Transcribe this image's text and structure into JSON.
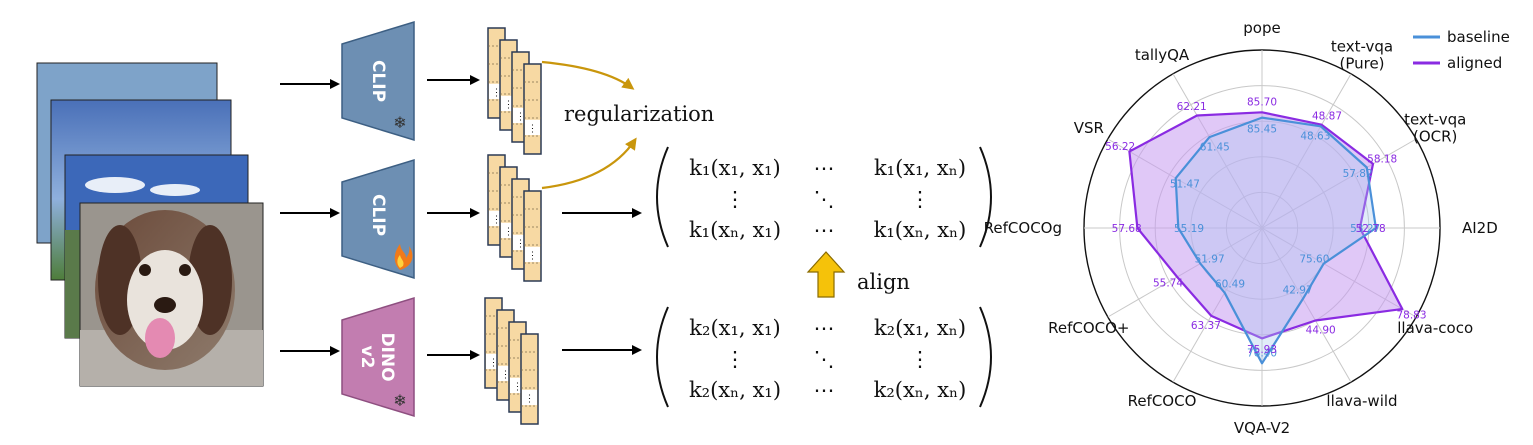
{
  "encoders": {
    "clip_frozen": "CLIP",
    "clip_trainable": "CLIP",
    "dino_line1": "DINO",
    "dino_line2": "v2"
  },
  "labels": {
    "regularization": "regularization",
    "align": "align"
  },
  "matrices": {
    "k1": {
      "top_left": "k₁(x₁, x₁)",
      "top_right": "k₁(x₁, xₙ)",
      "bottom_left": "k₁(xₙ, x₁)",
      "bottom_right": "k₁(xₙ, xₙ)"
    },
    "k2": {
      "top_left": "k₂(x₁, x₁)",
      "top_right": "k₂(x₁, xₙ)",
      "bottom_left": "k₂(xₙ, x₁)",
      "bottom_right": "k₂(xₙ, xₙ)"
    },
    "hdots": "⋯",
    "vdots": "⋮",
    "ddots": "⋱"
  },
  "colors": {
    "clip_encoder": "#6d8fb3",
    "dino_encoder": "#c27db0",
    "feature_fill": "#f7d9a3",
    "regularization_arrow": "#c9960c",
    "align_arrow": "#f5c20a",
    "baseline": "#4a90d9",
    "aligned": "#8a2be2",
    "aligned_fill": "#c79bf0"
  },
  "chart_data": {
    "type": "radar",
    "axes": [
      "pope",
      "text-vqa (Pure)",
      "text-vqa (OCR)",
      "AI2D",
      "llava-coco",
      "llava-wild",
      "VQA-V2",
      "RefCOCO",
      "RefCOCO+",
      "RefCOCOg",
      "VSR",
      "tallyQA"
    ],
    "axis_label_lines": [
      [
        "pope"
      ],
      [
        "text-vqa",
        "(Pure)"
      ],
      [
        "text-vqa",
        "(OCR)"
      ],
      [
        "AI2D"
      ],
      [
        "llava-coco"
      ],
      [
        "llava-wild"
      ],
      [
        "VQA-V2"
      ],
      [
        "RefCOCO"
      ],
      [
        "RefCOCO+"
      ],
      [
        "RefCOCOg"
      ],
      [
        "VSR"
      ],
      [
        "tallyQA"
      ]
    ],
    "series": [
      {
        "name": "baseline",
        "radius_fraction": [
          0.62,
          0.66,
          0.68,
          0.64,
          0.4,
          0.46,
          0.76,
          0.42,
          0.4,
          0.47,
          0.56,
          0.59
        ],
        "value_labels": [
          "85.45",
          "48.63",
          "57.82",
          "53.27",
          "75.60",
          "42.97",
          "76.40",
          "60.49",
          "51.97",
          "55.19",
          "51.47",
          "61.45"
        ]
      },
      {
        "name": "aligned",
        "radius_fraction": [
          0.65,
          0.67,
          0.72,
          0.55,
          0.91,
          0.6,
          0.62,
          0.57,
          0.55,
          0.7,
          0.86,
          0.73
        ],
        "value_labels": [
          "85.70",
          "48.87",
          "58.18",
          "52.78",
          "78.83",
          "44.90",
          "75.93",
          "63.37",
          "55.74",
          "57.68",
          "56.22",
          "62.21"
        ]
      }
    ],
    "legend_position": "top-right",
    "grid": true
  }
}
